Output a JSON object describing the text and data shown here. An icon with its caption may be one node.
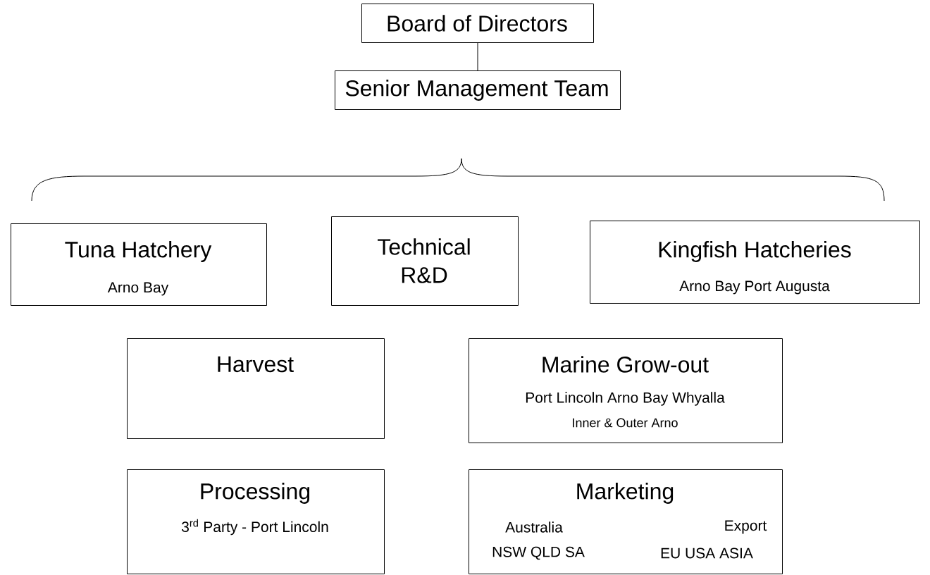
{
  "diagram": {
    "nodes": [
      {
        "text": [
          "Board of Directors"
        ]
      },
      {
        "text": [
          "Senior Management Team"
        ]
      },
      {
        "text": [
          "Tuna Hatchery",
          "Arno Bay"
        ]
      },
      {
        "text": [
          "Technical R&D"
        ]
      },
      {
        "text": [
          "Kingfish Hatcheries",
          "Arno Bay  Port Augusta"
        ]
      },
      {
        "text": [
          "Harvest"
        ]
      },
      {
        "text": [
          "Marine Grow-out",
          "Port Lincoln  Arno Bay  Whyalla",
          "Inner & Outer Arno"
        ]
      },
      {
        "text": [
          "Processing",
          "3$^{rd}$ Party - Port Lincoln"
        ]
      },
      {
        "text": [
          "Marketing",
          "Australia",
          "Export",
          "NSW QLD SA",
          "EU USA ASIA"
        ]
      }
    ],
    "edges": [
      {
        "from": 0,
        "to": 1,
        "arrow": "none"
      }
    ]
  }
}
